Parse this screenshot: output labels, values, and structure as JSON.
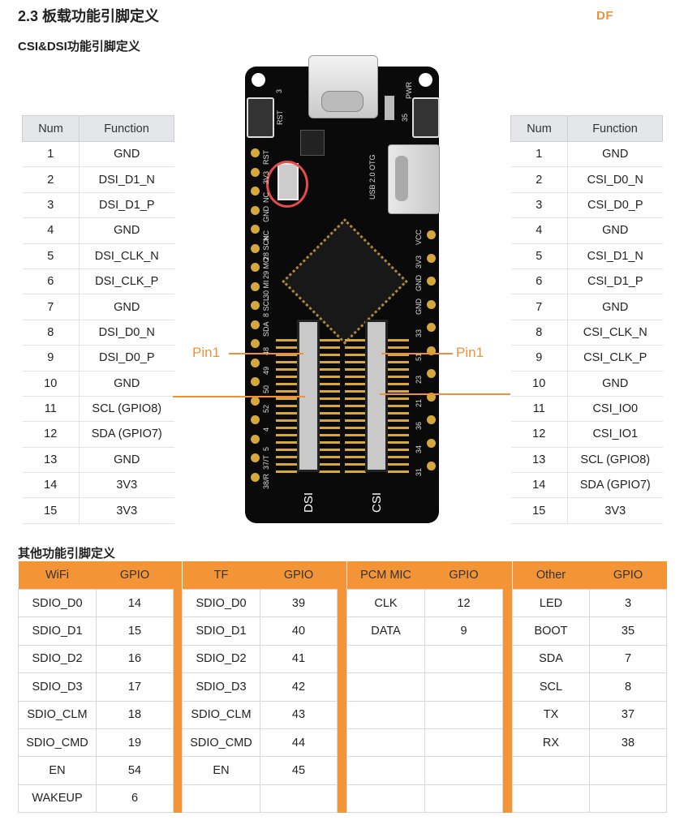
{
  "heading": "2.3 板载功能引脚定义",
  "brand": "DF",
  "subheading_csi_dsi": "CSI&DSI功能引脚定义",
  "subheading_other": "其他功能引脚定义",
  "pin1_label": "Pin1",
  "colors": {
    "accent": "#f39536",
    "highlight_ring": "#e54b4b"
  },
  "dsi_table": {
    "headers": [
      "Num",
      "Function"
    ],
    "rows": [
      [
        "1",
        "GND"
      ],
      [
        "2",
        "DSI_D1_N"
      ],
      [
        "3",
        "DSI_D1_P"
      ],
      [
        "4",
        "GND"
      ],
      [
        "5",
        "DSI_CLK_N"
      ],
      [
        "6",
        "DSI_CLK_P"
      ],
      [
        "7",
        "GND"
      ],
      [
        "8",
        "DSI_D0_N"
      ],
      [
        "9",
        "DSI_D0_P"
      ],
      [
        "10",
        "GND"
      ],
      [
        "11",
        "SCL (GPIO8)"
      ],
      [
        "12",
        "SDA (GPIO7)"
      ],
      [
        "13",
        "GND"
      ],
      [
        "14",
        "3V3"
      ],
      [
        "15",
        "3V3"
      ]
    ]
  },
  "csi_table": {
    "headers": [
      "Num",
      "Function"
    ],
    "rows": [
      [
        "1",
        "GND"
      ],
      [
        "2",
        "CSI_D0_N"
      ],
      [
        "3",
        "CSI_D0_P"
      ],
      [
        "4",
        "GND"
      ],
      [
        "5",
        "CSI_D1_N"
      ],
      [
        "6",
        "CSI_D1_P"
      ],
      [
        "7",
        "GND"
      ],
      [
        "8",
        "CSI_CLK_N"
      ],
      [
        "9",
        "CSI_CLK_P"
      ],
      [
        "10",
        "GND"
      ],
      [
        "11",
        "CSI_IO0"
      ],
      [
        "12",
        "CSI_IO1"
      ],
      [
        "13",
        "SCL (GPIO8)"
      ],
      [
        "14",
        "SDA (GPIO7)"
      ],
      [
        "15",
        "3V3"
      ]
    ]
  },
  "board": {
    "connector_labels": [
      "DSI",
      "CSI"
    ],
    "usb_label": "USB 2.0 OTG",
    "rst_label": "RST",
    "pwr_label": "PWR",
    "num_3": "3",
    "num_35": "35",
    "left_pins": [
      "RST",
      "3V3",
      "NC",
      "GND",
      "NC",
      "28 SCK",
      "29 MO",
      "30 MI",
      "8 SCL",
      "SDA",
      "48",
      "49",
      "50",
      "52",
      "4",
      "5",
      "37/T",
      "38/R"
    ],
    "right_pins": [
      "VCC",
      "3V3",
      "GND",
      "GND",
      "33",
      "51",
      "23",
      "21",
      "36",
      "34",
      "31"
    ]
  },
  "function_tables": [
    {
      "headers": [
        "WiFi",
        "GPIO"
      ],
      "rows": [
        [
          "SDIO_D0",
          "14"
        ],
        [
          "SDIO_D1",
          "15"
        ],
        [
          "SDIO_D2",
          "16"
        ],
        [
          "SDIO_D3",
          "17"
        ],
        [
          "SDIO_CLM",
          "18"
        ],
        [
          "SDIO_CMD",
          "19"
        ],
        [
          "EN",
          "54"
        ],
        [
          "WAKEUP",
          "6"
        ]
      ]
    },
    {
      "headers": [
        "TF",
        "GPIO"
      ],
      "rows": [
        [
          "SDIO_D0",
          "39"
        ],
        [
          "SDIO_D1",
          "40"
        ],
        [
          "SDIO_D2",
          "41"
        ],
        [
          "SDIO_D3",
          "42"
        ],
        [
          "SDIO_CLM",
          "43"
        ],
        [
          "SDIO_CMD",
          "44"
        ],
        [
          "EN",
          "45"
        ],
        [
          "",
          ""
        ]
      ]
    },
    {
      "headers": [
        "PCM MIC",
        "GPIO"
      ],
      "rows": [
        [
          "CLK",
          "12"
        ],
        [
          "DATA",
          "9"
        ],
        [
          "",
          ""
        ],
        [
          "",
          ""
        ],
        [
          "",
          ""
        ],
        [
          "",
          ""
        ],
        [
          "",
          ""
        ],
        [
          "",
          ""
        ]
      ]
    },
    {
      "headers": [
        "Other",
        "GPIO"
      ],
      "rows": [
        [
          "LED",
          "3"
        ],
        [
          "BOOT",
          "35"
        ],
        [
          "SDA",
          "7"
        ],
        [
          "SCL",
          "8"
        ],
        [
          "TX",
          "37"
        ],
        [
          "RX",
          "38"
        ],
        [
          "",
          ""
        ],
        [
          "",
          ""
        ]
      ]
    }
  ]
}
